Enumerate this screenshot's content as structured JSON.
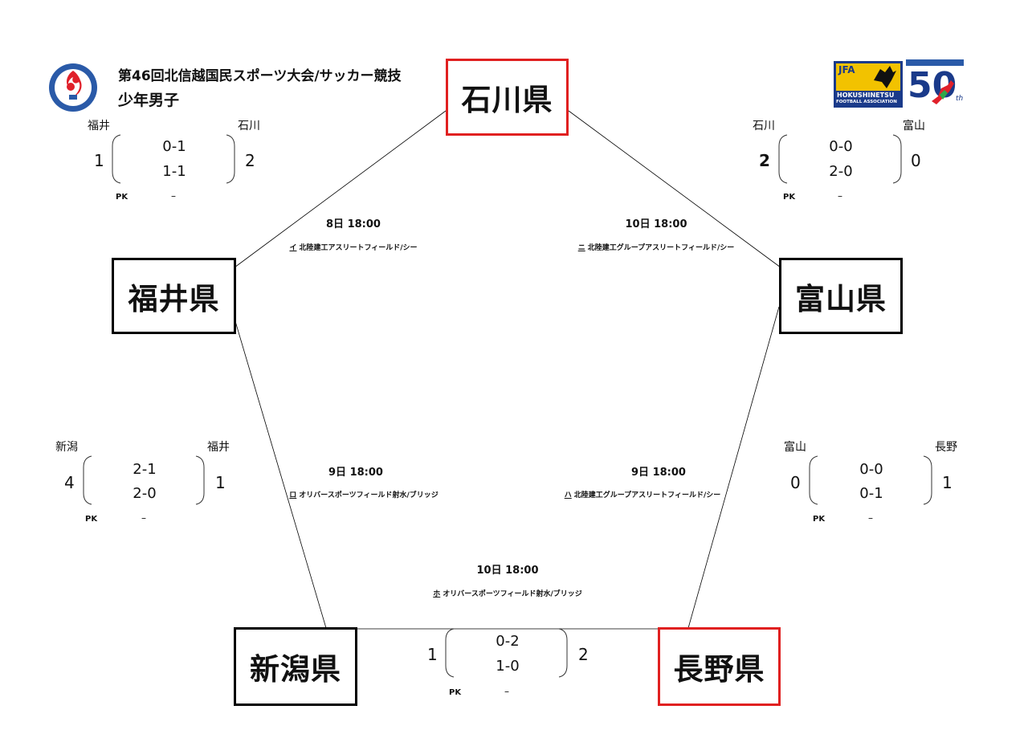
{
  "header": {
    "title": "第46回北信越国民スポーツ大会/サッカー競技",
    "subtitle": "少年男子"
  },
  "logos": {
    "left_emblem": "kokutai-flame-emblem",
    "jfa_text": "JFA",
    "jfa_org": "HOKUSHINETSU",
    "jfa_org2": "FOOTBALL ASSOCIATION",
    "anniv_num": "50",
    "anniv_suffix": "th"
  },
  "teams": {
    "ishikawa": "石川県",
    "fukui": "福井県",
    "toyama": "富山県",
    "niigata": "新潟県",
    "nagano": "長野県"
  },
  "matches": [
    {
      "id": "fukui-ishikawa",
      "home": "福井",
      "away": "石川",
      "home_score": "1",
      "away_score": "2",
      "first_half": "0-1",
      "second_half": "1-1",
      "pk_label": "PK",
      "pk": "–",
      "date": "8日 18:00",
      "venue_mark": "イ",
      "venue": "北陸建工アスリートフィールド/シー"
    },
    {
      "id": "ishikawa-toyama",
      "home": "石川",
      "away": "富山",
      "home_score": "2",
      "away_score": "0",
      "first_half": "0-0",
      "second_half": "2-0",
      "pk_label": "PK",
      "pk": "–",
      "date": "10日 18:00",
      "venue_mark": "ニ",
      "venue": "北陸建工グループアスリートフィールド/シー"
    },
    {
      "id": "niigata-fukui",
      "home": "新潟",
      "away": "福井",
      "home_score": "4",
      "away_score": "1",
      "first_half": "2-1",
      "second_half": "2-0",
      "pk_label": "PK",
      "pk": "–",
      "date": "9日 18:00",
      "venue_mark": "ロ",
      "venue": "オリバースポーツフィールド射水/ブリッジ"
    },
    {
      "id": "toyama-nagano",
      "home": "富山",
      "away": "長野",
      "home_score": "0",
      "away_score": "1",
      "first_half": "0-0",
      "second_half": "0-1",
      "pk_label": "PK",
      "pk": "–",
      "date": "9日 18:00",
      "venue_mark": "ハ",
      "venue": "北陸建工グループアスリートフィールド/シー"
    },
    {
      "id": "niigata-nagano",
      "home": "",
      "away": "",
      "home_score": "1",
      "away_score": "2",
      "first_half": "0-2",
      "second_half": "1-0",
      "pk_label": "PK",
      "pk": "–",
      "date": "10日 18:00",
      "venue_mark": "ホ",
      "venue": "オリバースポーツフィールド射水/ブリッジ"
    }
  ],
  "colors": {
    "winner_border": "#e02020",
    "default_border": "#000000",
    "emblem_blue": "#2a5aa8",
    "emblem_red": "#e0202a",
    "jfa_yellow": "#f2c200"
  }
}
